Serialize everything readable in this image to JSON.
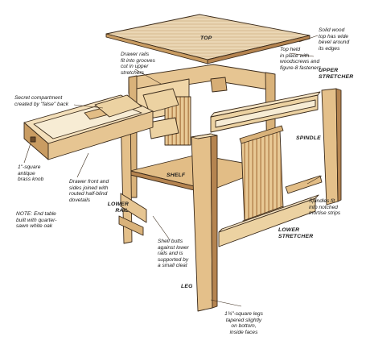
{
  "parts": {
    "top": "TOP",
    "upper_stretcher": "UPPER\nSTRETCHER",
    "spindle": "SPINDLE",
    "shelf": "SHELF",
    "lower_rail": "LOWER\nRAIL",
    "lower_stretcher": "LOWER\nSTRETCHER",
    "leg": "LEG"
  },
  "notes": {
    "solid_wood_top": "Solid wood\ntop has wide\nbevel around\nits edges",
    "top_held": "Top held\nin place with\nwoodscrews and\nfigure-8 fasteners",
    "drawer_rails": "Drawer rails\nfit into grooves\ncut in upper\nstretchers",
    "secret_compartment": "Secret compartment\ncreated by \"false\" back",
    "knob": "1\"-square\nantique\nbrass knob",
    "drawer_front": "Drawer front and\nsides joined with\nrouted half-blind\ndovetails",
    "end_table_note": "NOTE: End table\nbuilt with quarter-\nsawn white oak",
    "shelf_butts": "Shelf butts\nagainst lower\nrails and is\nsupported by\na small cleat",
    "spindles_fit": "Spindles fit\ninto notched\nmortise strips",
    "legs_tapered": "1¾\"-square legs\ntapered slightly\non bottom,\ninside faces"
  },
  "colors": {
    "wood_light": "#f3dfba",
    "wood_mid": "#e6c592",
    "wood_dark": "#c99c62",
    "wood_shadow": "#a97a45",
    "outline": "#3a2a1a",
    "top_fill": "#ead6b4",
    "panel_inner": "#f7ecd4"
  }
}
